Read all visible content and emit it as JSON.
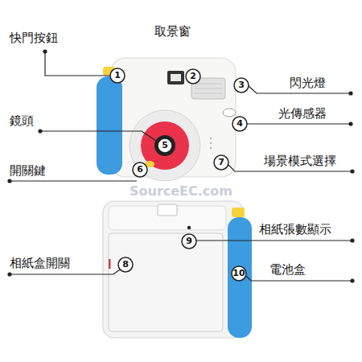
{
  "diagram": {
    "labels": [
      "取景窗",
      "快門按鈕",
      "閃光燈",
      "光傳感器",
      "鏡頭",
      "開關鍵",
      "場景模式選擇",
      "1",
      "2",
      "3",
      "4",
      "5",
      "6",
      "7",
      "SourceEC.com",
      "相紙張數顯示",
      "相紙盒開關",
      "電池盒",
      "8",
      "9",
      "10"
    ]
  }
}
